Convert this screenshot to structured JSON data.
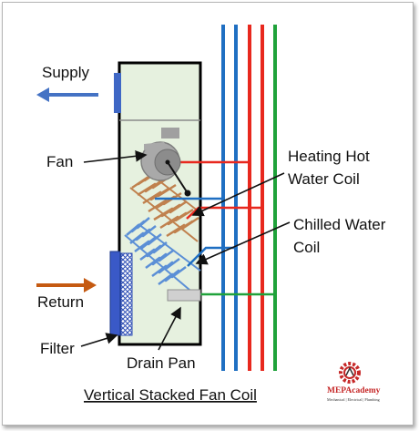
{
  "title": "Vertical Stacked Fan Coil",
  "labels": {
    "supply": "Supply",
    "return": "Return",
    "fan": "Fan",
    "filter": "Filter",
    "drain_pan": "Drain Pan",
    "heating_coil_line1": "Heating Hot",
    "heating_coil_line2": "Water Coil",
    "chilled_coil_line1": "Chilled Water",
    "chilled_coil_line2": "Coil"
  },
  "logo": {
    "name": "MEPAcademy",
    "tagline": "Mechanical | Electrical | Plumbing"
  },
  "colors": {
    "unit_fill": "#e6f1df",
    "heating_pipe": "#e8281e",
    "chilled_pipe": "#1f6fc2",
    "drain_pipe": "#1fa23a",
    "supply_arrow": "#4472c4",
    "return_arrow": "#c55a11",
    "heating_coil": "#c0814e",
    "chilled_coil": "#5b8fd6",
    "filter": "#3a59c7",
    "fan": "#a6a6a6"
  }
}
